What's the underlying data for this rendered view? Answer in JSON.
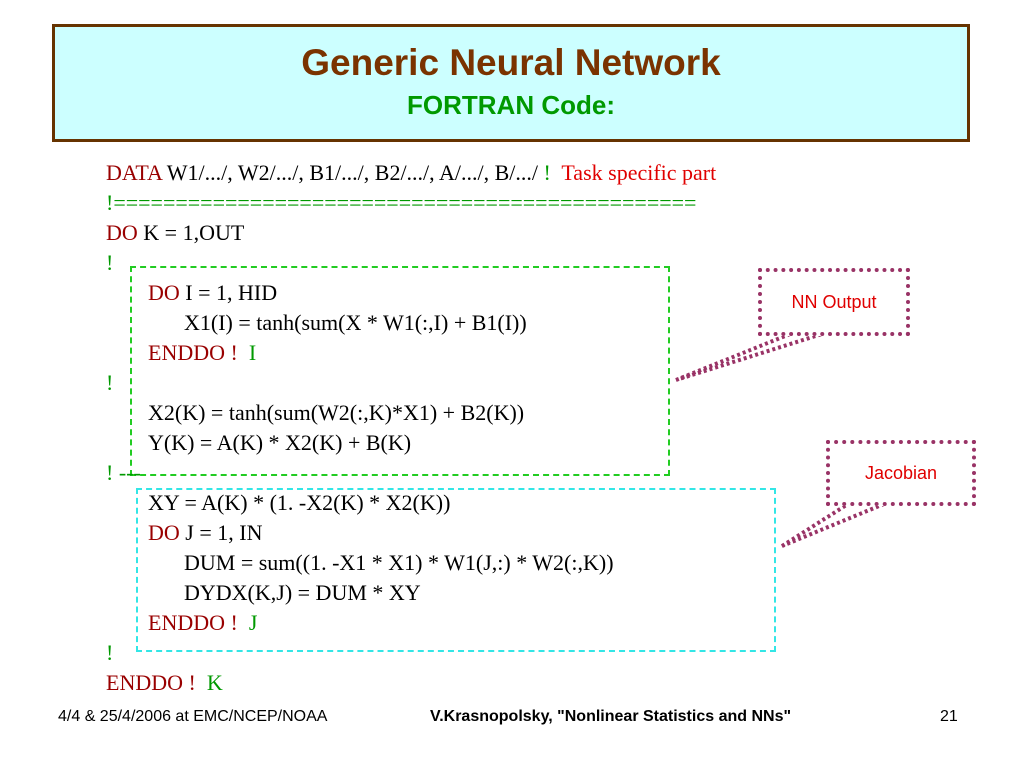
{
  "slide": {
    "title": "Generic Neural Network",
    "subtitle": "FORTRAN Code:"
  },
  "code": {
    "l1_kw": "DATA",
    "l1_text": " W1/.../, W2/.../, B1/.../, B2/.../, A/.../, B/.../ ",
    "l1_bang": "!",
    "l1_comment": "  Task specific part",
    "l2": "!===============================================",
    "l3_kw": "DO",
    "l3_text": " K = 1,OUT",
    "l4": "!",
    "l5_kw": "DO",
    "l5_text": " I = 1, HID",
    "l6": "X1(I) = tanh(sum(X * W1(:,I) + B1(I))",
    "l7_kw": "ENDDO !",
    "l7_var": "  I",
    "l8": "!",
    "l9": "X2(K) = tanh(sum(W2(:,K)*X1) + B2(K))",
    "l10": "Y(K) = A(K) * X2(K) + B(K)",
    "l11": "! ---",
    "l12": "XY = A(K) * (1. -X2(K) * X2(K))",
    "l13_kw": "DO",
    "l13_text": " J = 1, IN",
    "l14": "DUM = sum((1. -X1 * X1) * W1(J,:) * W2(:,K))",
    "l15": "DYDX(K,J) = DUM * XY",
    "l16_kw": "ENDDO !",
    "l16_var": "  J",
    "l17": "!",
    "l18_kw": "ENDDO !",
    "l18_var": "  K"
  },
  "callouts": {
    "nn_output": "NN Output",
    "jacobian": "Jacobian"
  },
  "footer": {
    "left": "4/4 & 25/4/2006 at EMC/NCEP/NOAA",
    "center": "V.Krasnopolsky, \"Nonlinear Statistics and NNs\"",
    "page": "21"
  },
  "colors": {
    "title": "#7a3300",
    "subtitle": "#009900",
    "keyword": "#990000",
    "comment": "#e00000",
    "title_bg": "#ccffff",
    "callout_border": "#993366"
  }
}
